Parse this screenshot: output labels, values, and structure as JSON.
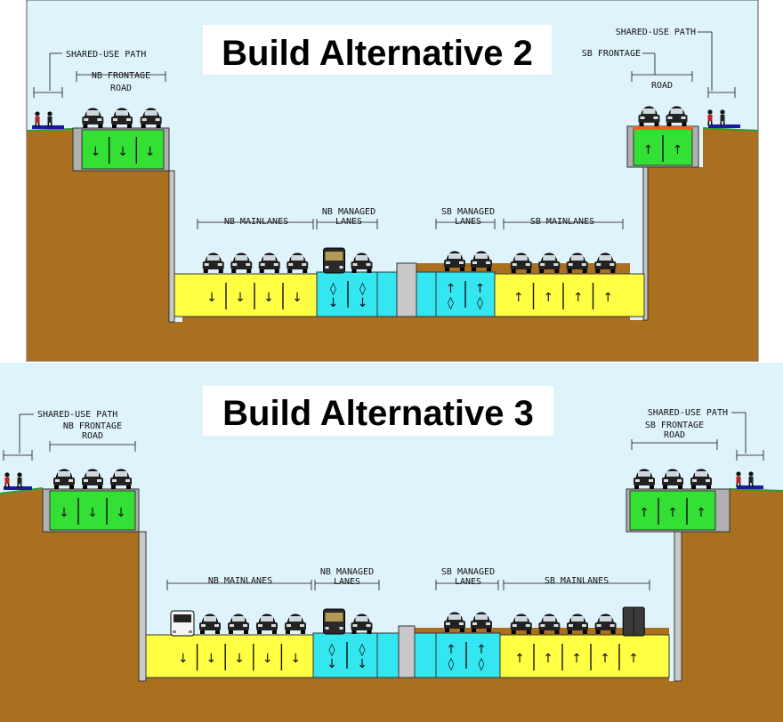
{
  "colors": {
    "sky": "#dff3fb",
    "ground": "#a8701f",
    "frontage": "#33e033",
    "mainlanes": "#ffff44",
    "managed": "#33e6f0",
    "barrier": "#c8c8c8",
    "path": "#1a1aa0",
    "grass": "#2e9a2e",
    "sb_frontage_stripe": "#ff5a1a"
  },
  "panels": [
    {
      "title": "Build Alternative 2",
      "labels": {
        "shared_use_path_left": "SHARED-USE PATH",
        "nb_frontage": "NB FRONTAGE",
        "nb_frontage_road": "ROAD",
        "shared_use_path_right": "SHARED-USE PATH",
        "sb_frontage": "SB FRONTAGE",
        "sb_frontage_road": "ROAD",
        "nb_mainlanes": "NB MAINLANES",
        "nb_managed": "NB MANAGED",
        "nb_managed_lanes": "LANES",
        "sb_managed": "SB MANAGED",
        "sb_managed_lanes": "LANES",
        "sb_mainlanes": "SB MAINLANES"
      },
      "vehicles": {
        "nb_frontage": 3,
        "sb_frontage": 2,
        "nb_mainlanes": 4,
        "nb_managed": 2,
        "sb_managed": 2,
        "sb_mainlanes": 4
      },
      "lane_glyphs": {
        "nb_frontage": [
          "↓",
          "↓",
          "↓"
        ],
        "sb_frontage": [
          "↑",
          "↑"
        ],
        "nb_mainlanes": [
          "↓",
          "↓",
          "↓",
          "↓"
        ],
        "nb_managed": [
          "◊↓",
          "◊↓"
        ],
        "sb_managed": [
          "↑◊",
          "↑◊"
        ],
        "sb_mainlanes": [
          "↑",
          "↑",
          "↑",
          "↑"
        ]
      }
    },
    {
      "title": "Build Alternative 3",
      "labels": {
        "shared_use_path_left": "SHARED-USE PATH",
        "nb_frontage": "NB FRONTAGE",
        "nb_frontage_road": "ROAD",
        "shared_use_path_right": "SHARED-USE PATH",
        "sb_frontage": "SB FRONTAGE",
        "sb_frontage_road": "ROAD",
        "nb_mainlanes": "NB MAINLANES",
        "nb_managed": "NB MANAGED",
        "nb_managed_lanes": "LANES",
        "sb_managed": "SB MANAGED",
        "sb_managed_lanes": "LANES",
        "sb_mainlanes": "SB MAINLANES"
      },
      "vehicles": {
        "nb_frontage": 3,
        "sb_frontage": 3,
        "nb_mainlanes": 5,
        "nb_managed": 2,
        "sb_managed": 2,
        "sb_mainlanes": 5
      },
      "lane_glyphs": {
        "nb_frontage": [
          "↓",
          "↓",
          "↓"
        ],
        "sb_frontage": [
          "↑",
          "↑",
          "↑"
        ],
        "nb_mainlanes": [
          "↓",
          "↓",
          "↓",
          "↓",
          "↓"
        ],
        "nb_managed": [
          "◊↓",
          "◊↓"
        ],
        "sb_managed": [
          "↑◊",
          "↑◊"
        ],
        "sb_mainlanes": [
          "↑",
          "↑",
          "↑",
          "↑",
          "↑"
        ]
      }
    }
  ]
}
